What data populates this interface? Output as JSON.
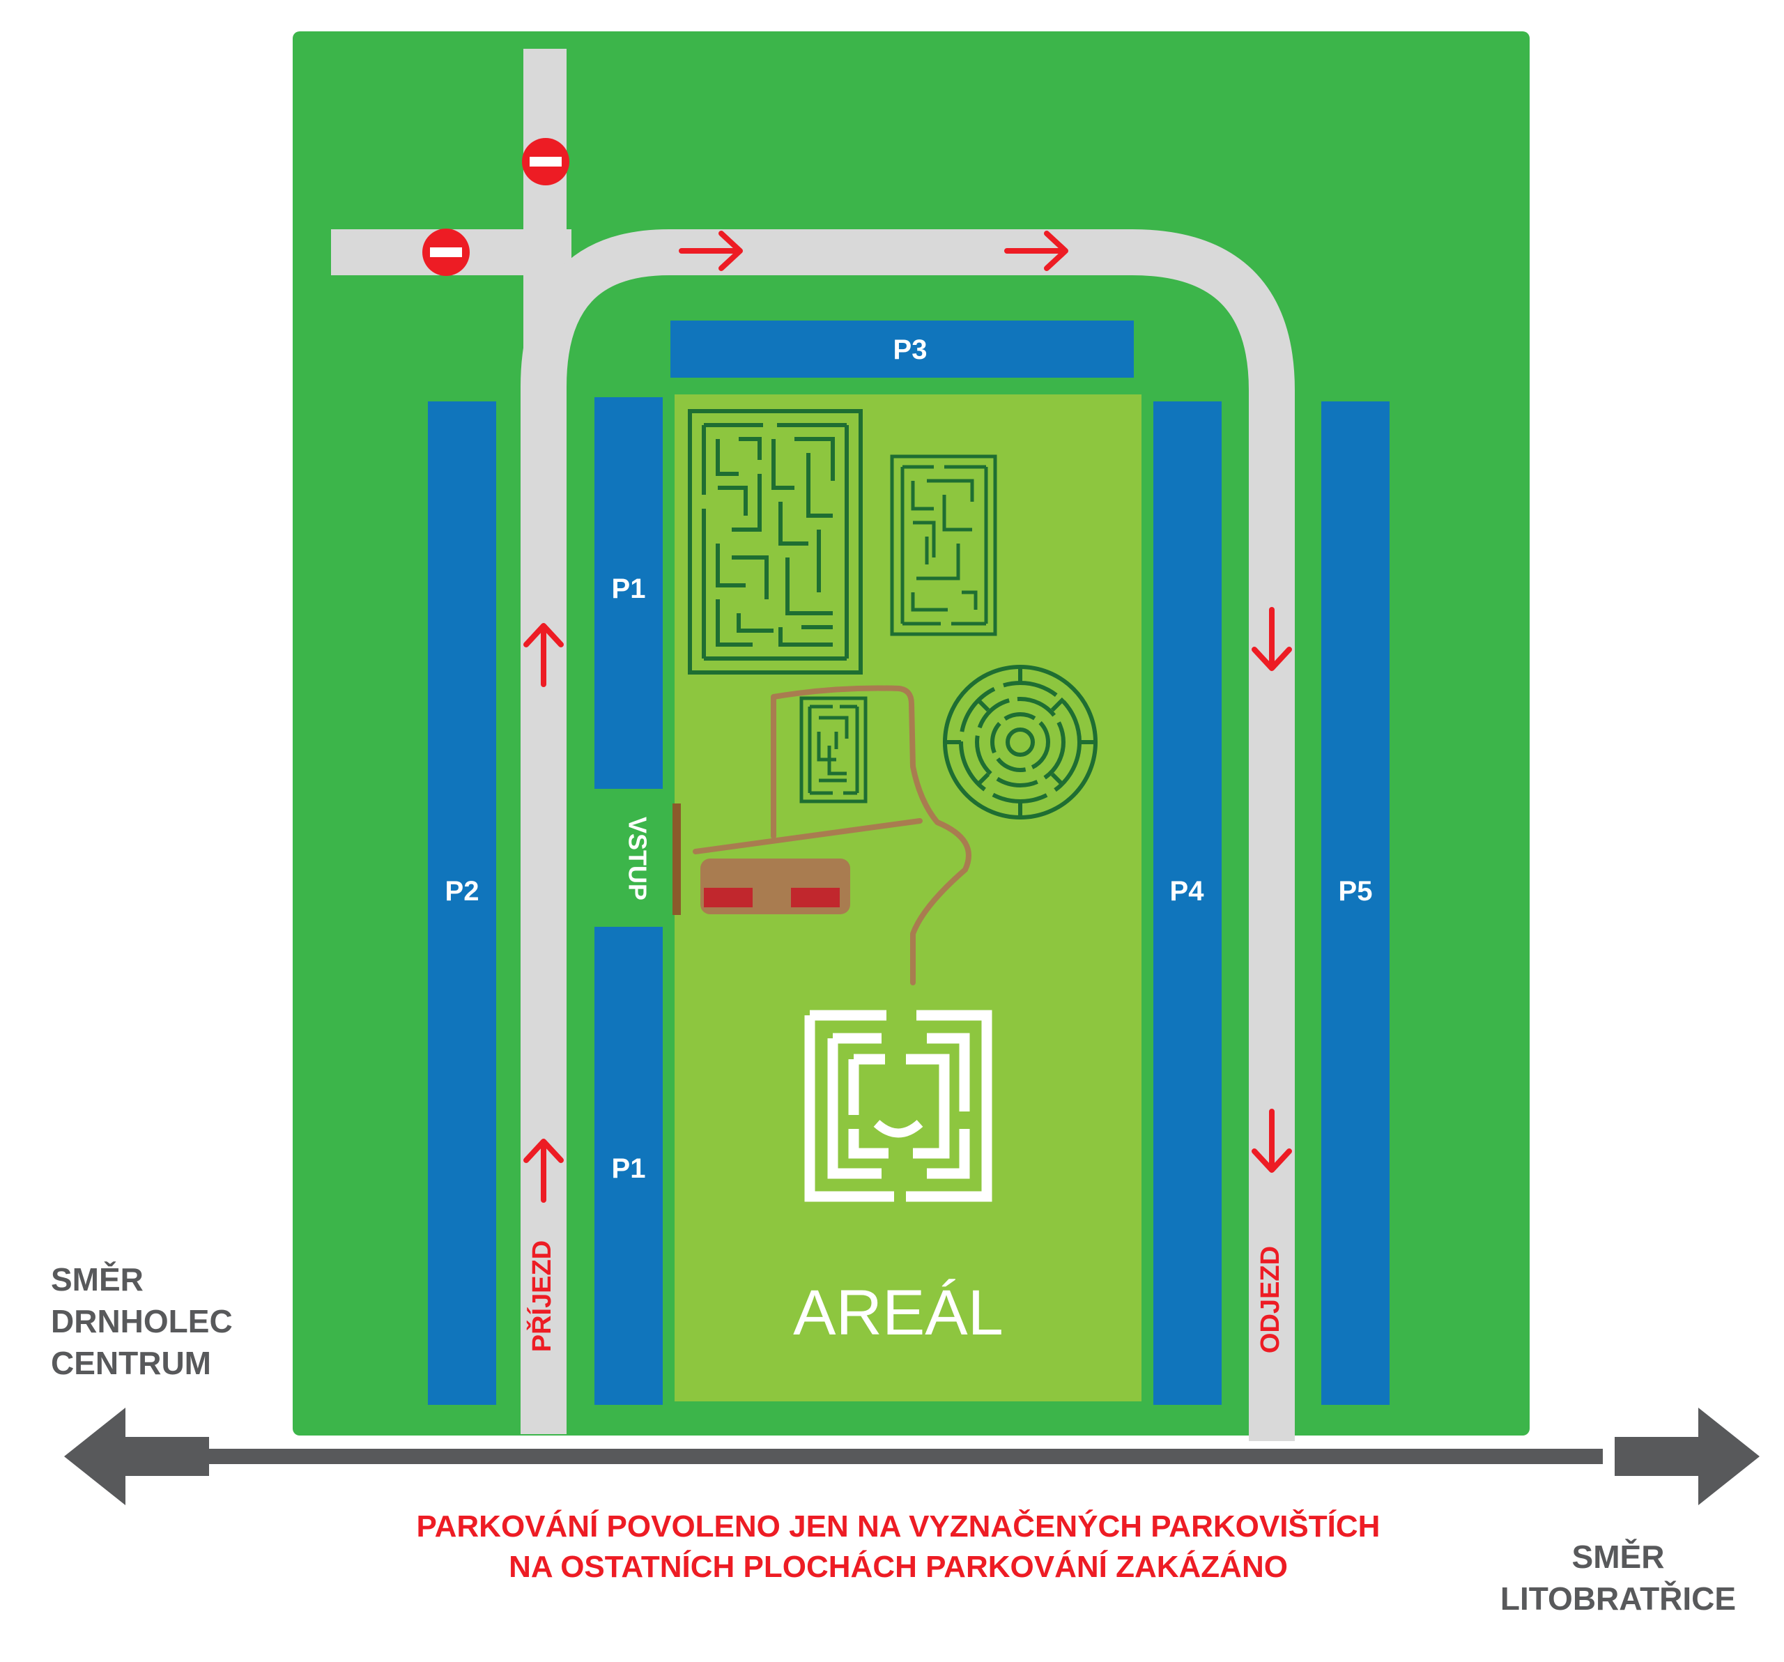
{
  "colors": {
    "outer_grass": "#3cb54a",
    "inner_grass": "#8dc63f",
    "road": "#d9d9d9",
    "parking": "#1075bc",
    "arrow_red": "#ed1c24",
    "hedge": "#1e6e32",
    "path": "#a97c50",
    "text_gray": "#58595b",
    "notice_red": "#ed1c24",
    "white": "#ffffff"
  },
  "parking": {
    "p1_top": "P1",
    "p1_bottom": "P1",
    "p2": "P2",
    "p3": "P3",
    "p4": "P4",
    "p5": "P5"
  },
  "entrance_label": "VSTUP",
  "arrival_label": "PŘÍJEZD",
  "departure_label": "ODJEZD",
  "area_label": "AREÁL",
  "direction_left": [
    "SMĚR",
    "DRNHOLEC",
    "CENTRUM"
  ],
  "direction_right": [
    "SMĚR",
    "LITOBRATŘICE"
  ],
  "notice": [
    "PARKOVÁNÍ POVOLENO JEN NA VYZNAČENÝCH PARKOVIŠTÍCH",
    "NA OSTATNÍCH PLOCHÁCH PARKOVÁNÍ ZAKÁZÁNO"
  ],
  "icons": [
    "no-entry-icon",
    "direction-arrow-icon",
    "maze-icon",
    "logo-icon",
    "double-arrow-icon"
  ]
}
